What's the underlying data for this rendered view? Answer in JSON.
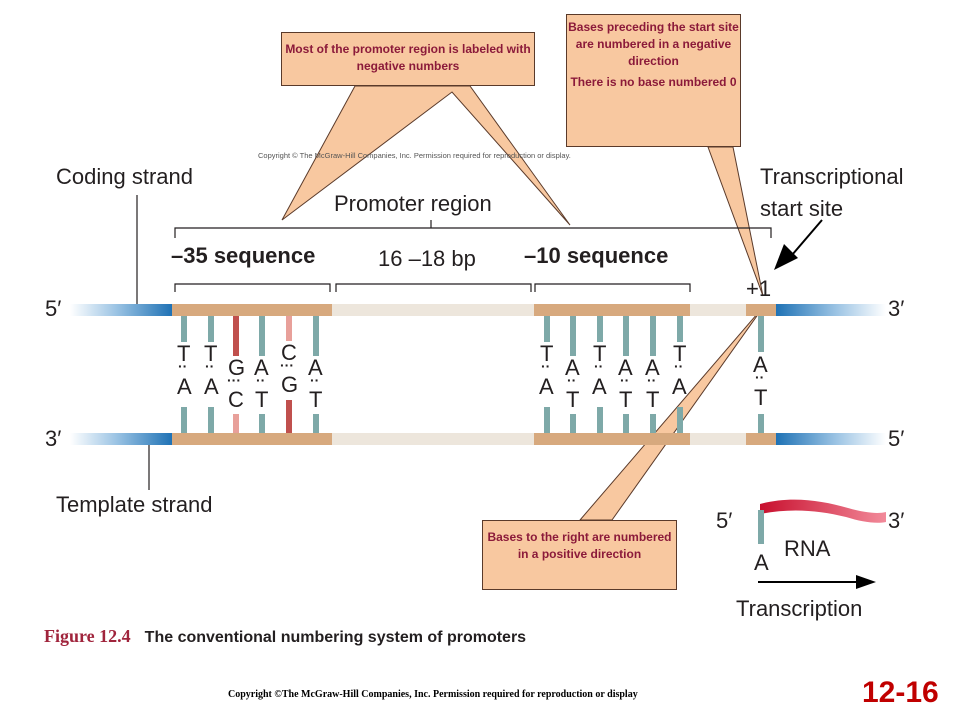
{
  "labels": {
    "coding_strand": "Coding strand",
    "template_strand": "Template strand",
    "promoter_region": "Promoter region",
    "seq35": "–35 sequence",
    "bp": "16 –18 bp",
    "seq10": "–10 sequence",
    "tss_line1": "Transcriptional",
    "tss_line2": "start site",
    "plus1": "+1",
    "top_left_end": "5′",
    "top_right_end": "3′",
    "bottom_left_end": "3′",
    "bottom_right_end": "5′",
    "rna_5": "5′",
    "rna_3": "3′",
    "rna": "RNA",
    "rna_base": "A",
    "transcription": "Transcription"
  },
  "callouts": {
    "promoter_note": "Most of the promoter region is labeled with negative numbers",
    "preceding_note_1": "Bases preceding the start site are numbered in a negative direction",
    "preceding_note_2": "There is no base numbered 0",
    "right_note": "Bases to the right are numbered in a positive direction"
  },
  "base_pairs": [
    {
      "top": "T",
      "bottom": "A",
      "bond": "··"
    },
    {
      "top": "T",
      "bottom": "A",
      "bond": "··"
    },
    {
      "top": "G",
      "bottom": "C",
      "bond": "···"
    },
    {
      "top": "A",
      "bottom": "T",
      "bond": "··"
    },
    {
      "top": "C",
      "bottom": "G",
      "bond": "···"
    },
    {
      "top": "A",
      "bottom": "T",
      "bond": "··"
    },
    {
      "top": "T",
      "bottom": "A",
      "bond": "··"
    },
    {
      "top": "A",
      "bottom": "T",
      "bond": "··"
    },
    {
      "top": "T",
      "bottom": "A",
      "bond": "··"
    },
    {
      "top": "A",
      "bottom": "T",
      "bond": "··"
    },
    {
      "top": "A",
      "bottom": "T",
      "bond": "··"
    },
    {
      "top": "T",
      "bottom": "A",
      "bond": "··"
    },
    {
      "top": "A",
      "bottom": "T",
      "bond": "··"
    }
  ],
  "figure": {
    "number": "Figure 12.4",
    "title": "The conventional numbering system of promoters"
  },
  "copyright": "Copyright ©The McGraw-Hill Companies, Inc. Permission required for reproduction or display",
  "copyright_faint": "Copyright © The McGraw-Hill Companies, Inc. Permission required for reproduction or display.",
  "slide_number": "12-16",
  "colors": {
    "strand_tan": "#d7a97e",
    "strand_light": "#ede6dc",
    "strand_blue": "#1f72b5",
    "pair_teal": "#7ea9a8",
    "pair_red": "#c0504d",
    "callout_fill": "#f8c8a0",
    "callout_text": "#8b1a3a",
    "rna_red": "#e0344e"
  }
}
